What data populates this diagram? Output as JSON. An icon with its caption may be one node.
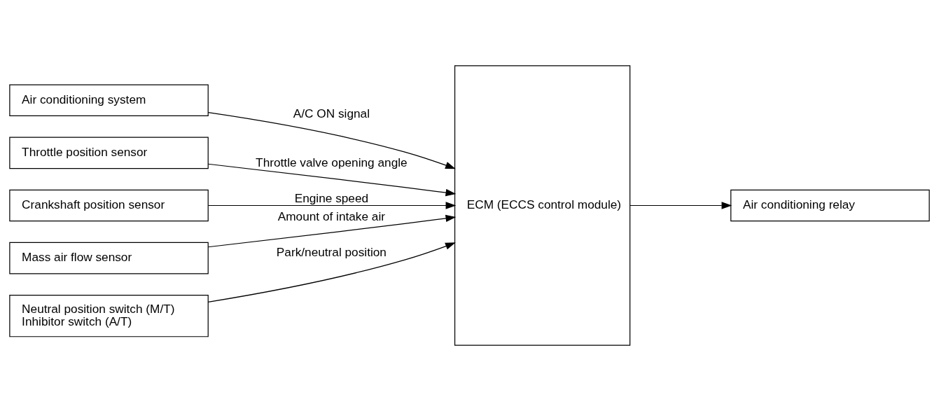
{
  "diagram": {
    "nodes": [
      {
        "text": [
          "Air conditioning system"
        ]
      },
      {
        "text": [
          "Throttle position sensor"
        ]
      },
      {
        "text": [
          "Crankshaft position sensor"
        ]
      },
      {
        "text": [
          "Mass air flow sensor"
        ]
      },
      {
        "text": [
          "Neutral position switch (M/T)",
          "Inhibitor switch (A/T)"
        ]
      },
      {
        "text": [
          "ECM (ECCS control module)"
        ]
      },
      {
        "text": [
          "Air conditioning relay"
        ]
      }
    ],
    "edges": [
      {
        "from": 0,
        "to": 5,
        "arrow": "to",
        "label": "A/C ON signal"
      },
      {
        "from": 1,
        "to": 5,
        "arrow": "to",
        "label": "Throttle valve opening angle"
      },
      {
        "from": 2,
        "to": 5,
        "arrow": "to",
        "label": "Engine speed"
      },
      {
        "from": 3,
        "to": 5,
        "arrow": "to",
        "label": "Amount of intake air"
      },
      {
        "from": 4,
        "to": 5,
        "arrow": "to",
        "label": "Park/neutral position"
      },
      {
        "from": 5,
        "to": 6,
        "arrow": "to"
      }
    ]
  }
}
